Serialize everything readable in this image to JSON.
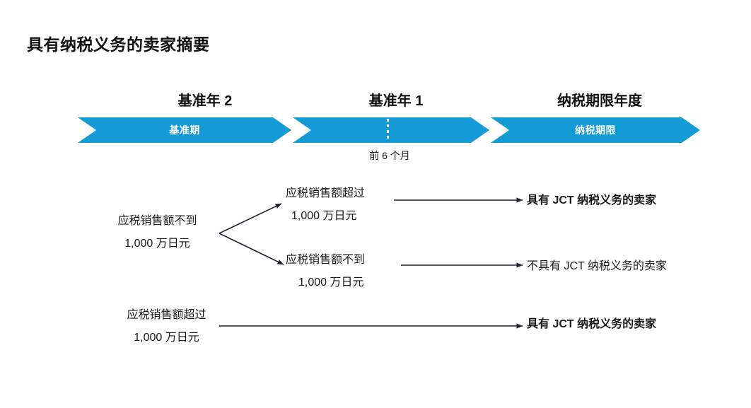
{
  "title": "具有纳税义务的卖家摘要",
  "colors": {
    "chevron_fill": "#129BD4",
    "chevron_text": "#FFFFFF",
    "text": "#1A1A1A",
    "arrow": "#222230",
    "background": "#FFFFFF"
  },
  "timeline": {
    "headers": [
      {
        "label": "基准年 2"
      },
      {
        "label": "基准年 1"
      },
      {
        "label": "纳税期限年度"
      }
    ],
    "chevrons": [
      {
        "label": "基准期"
      },
      {
        "label": ""
      },
      {
        "label": "纳税期限"
      }
    ],
    "divider_note": "前 6 个月"
  },
  "flow": {
    "base_year_low": {
      "line1": "应税销售额不到",
      "line2": "1,000 万日元"
    },
    "prev_year_over": {
      "line1": "应税销售额超过",
      "line2": "1,000 万日元"
    },
    "prev_year_under": {
      "line1": "应税销售额不到",
      "line2": "1,000 万日元"
    },
    "base_year_over": {
      "line1": "应税销售额超过",
      "line2": "1,000 万日元"
    },
    "outcome_liable_top": "具有 JCT 纳税义务的卖家",
    "outcome_not_liable": "不具有 JCT 纳税义务的卖家",
    "outcome_liable_bottom": "具有 JCT 纳税义务的卖家"
  }
}
